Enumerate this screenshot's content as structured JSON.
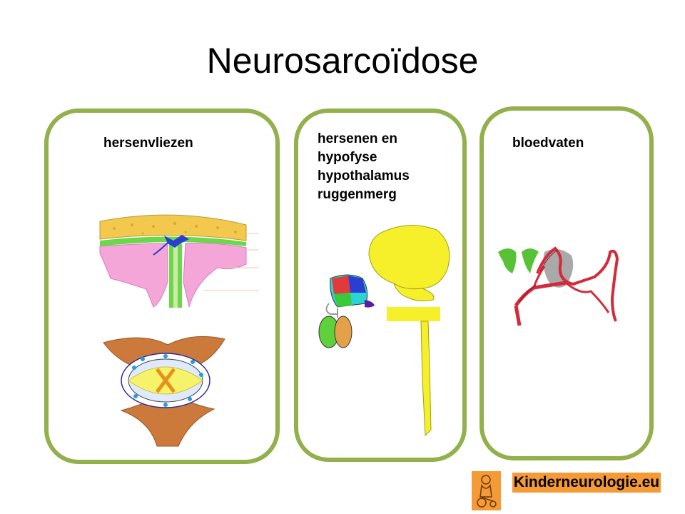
{
  "slide": {
    "title": "Neurosarcoïdose",
    "panels": [
      {
        "lines": [
          "hersenvliezen"
        ]
      },
      {
        "lines": [
          "hersenen en",
          "hypofyse",
          "hypothalamus",
          "ruggenmerg"
        ]
      },
      {
        "lines": [
          "bloedvaten"
        ]
      }
    ]
  },
  "footer": {
    "brand": "Kinderneurologie.eu"
  },
  "colors": {
    "panel_border": "#92b04c",
    "brand_background": "#f59b36"
  }
}
